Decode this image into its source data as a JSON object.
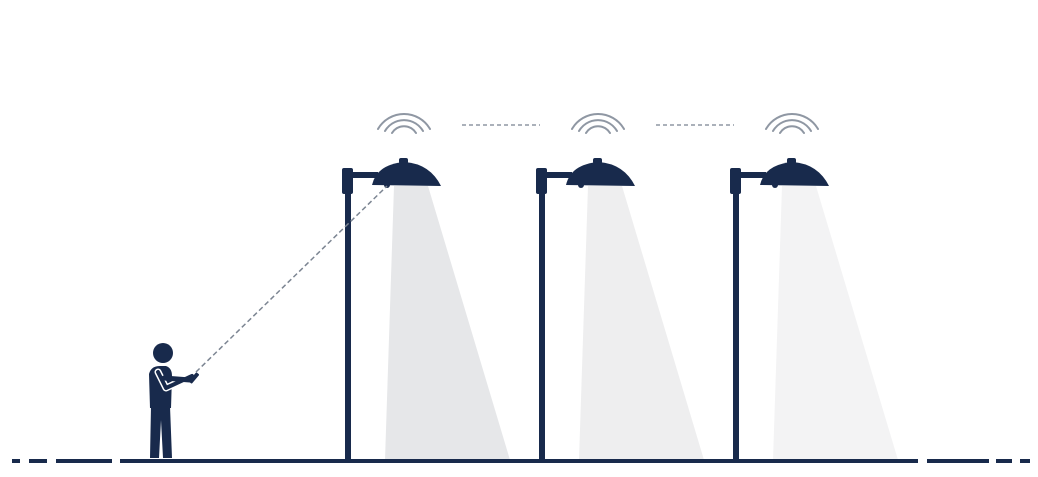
{
  "diagram": {
    "kind": "smart-streetlight-remote-control-illustration",
    "colors": {
      "primary": "#182a4c",
      "signal": "#8f97a3",
      "link": "#8f97a3",
      "light_beam_1": "#e6e7e9",
      "light_beam_2": "#eeeeef",
      "light_beam_3": "#f3f3f4",
      "background": "#ffffff"
    },
    "elements": {
      "person": "person-with-remote",
      "streetlights": [
        "streetlight-1",
        "streetlight-2",
        "streetlight-3"
      ],
      "icons": [
        "wifi-signal-icon",
        "remote-control-icon"
      ]
    }
  }
}
